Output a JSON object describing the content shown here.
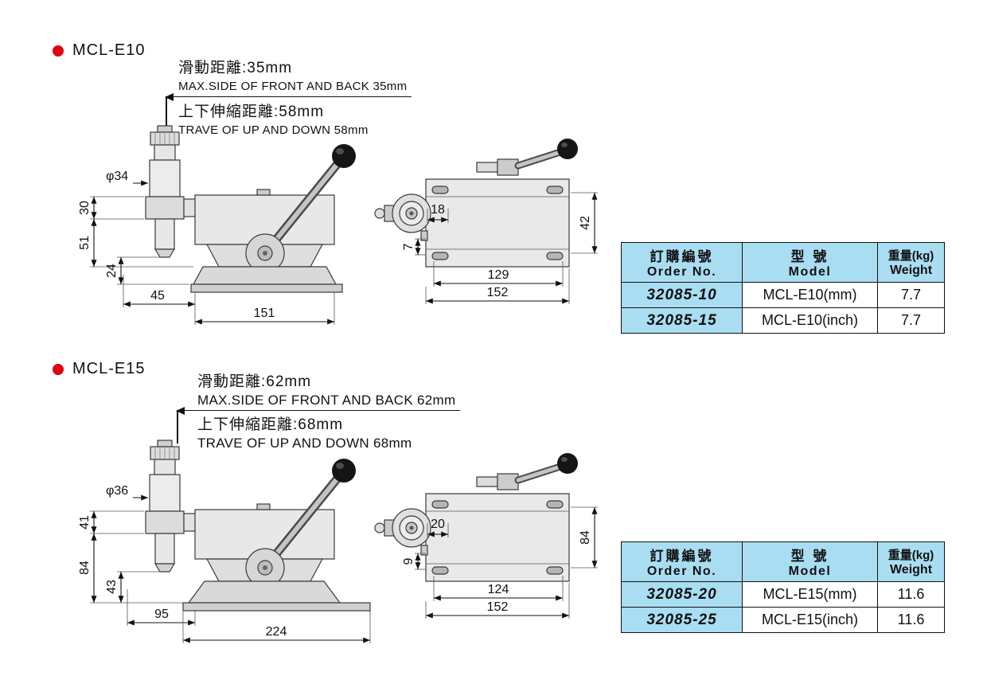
{
  "colors": {
    "accent_red": "#e00012",
    "table_header_bg": "#a9ddf2",
    "line": "#111111"
  },
  "sections": [
    {
      "name": "MCL-E10",
      "notes": {
        "slide_cn": "滑動距離:35mm",
        "slide_en": "MAX.SIDE OF FRONT AND BACK 35mm",
        "travel_cn": "上下伸縮距離:58mm",
        "travel_en": "TRAVE OF UP AND DOWN 58mm"
      },
      "side_dims": {
        "dia": "φ34",
        "v1": "30",
        "v2": "51",
        "v3": "24",
        "h1": "45",
        "h2": "151"
      },
      "top_dims": {
        "w1": "18",
        "w2": "7",
        "w3": "129",
        "w4": "152",
        "h": "42"
      },
      "table": {
        "headers": [
          {
            "cn": "訂購編號",
            "en": "Order No."
          },
          {
            "cn": "型 號",
            "en": "Model"
          },
          {
            "cn": "重量(kg)",
            "en": "Weight"
          }
        ],
        "rows": [
          {
            "order_no": "32085-10",
            "model": "MCL-E10(mm)",
            "weight": "7.7"
          },
          {
            "order_no": "32085-15",
            "model": "MCL-E10(inch)",
            "weight": "7.7"
          }
        ]
      }
    },
    {
      "name": "MCL-E15",
      "notes": {
        "slide_cn": "滑動距離:62mm",
        "slide_en": "MAX.SIDE OF FRONT AND BACK 62mm",
        "travel_cn": "上下伸縮距離:68mm",
        "travel_en": "TRAVE OF UP AND DOWN 68mm"
      },
      "side_dims": {
        "dia": "φ36",
        "v1": "41",
        "v2": "84",
        "v3": "43",
        "h1": "95",
        "h2": "224"
      },
      "top_dims": {
        "w1": "20",
        "w2": "9",
        "w3": "124",
        "w4": "152",
        "h": "84"
      },
      "table": {
        "headers": [
          {
            "cn": "訂購編號",
            "en": "Order No."
          },
          {
            "cn": "型 號",
            "en": "Model"
          },
          {
            "cn": "重量(kg)",
            "en": "Weight"
          }
        ],
        "rows": [
          {
            "order_no": "32085-20",
            "model": "MCL-E15(mm)",
            "weight": "11.6"
          },
          {
            "order_no": "32085-25",
            "model": "MCL-E15(inch)",
            "weight": "11.6"
          }
        ]
      }
    }
  ]
}
